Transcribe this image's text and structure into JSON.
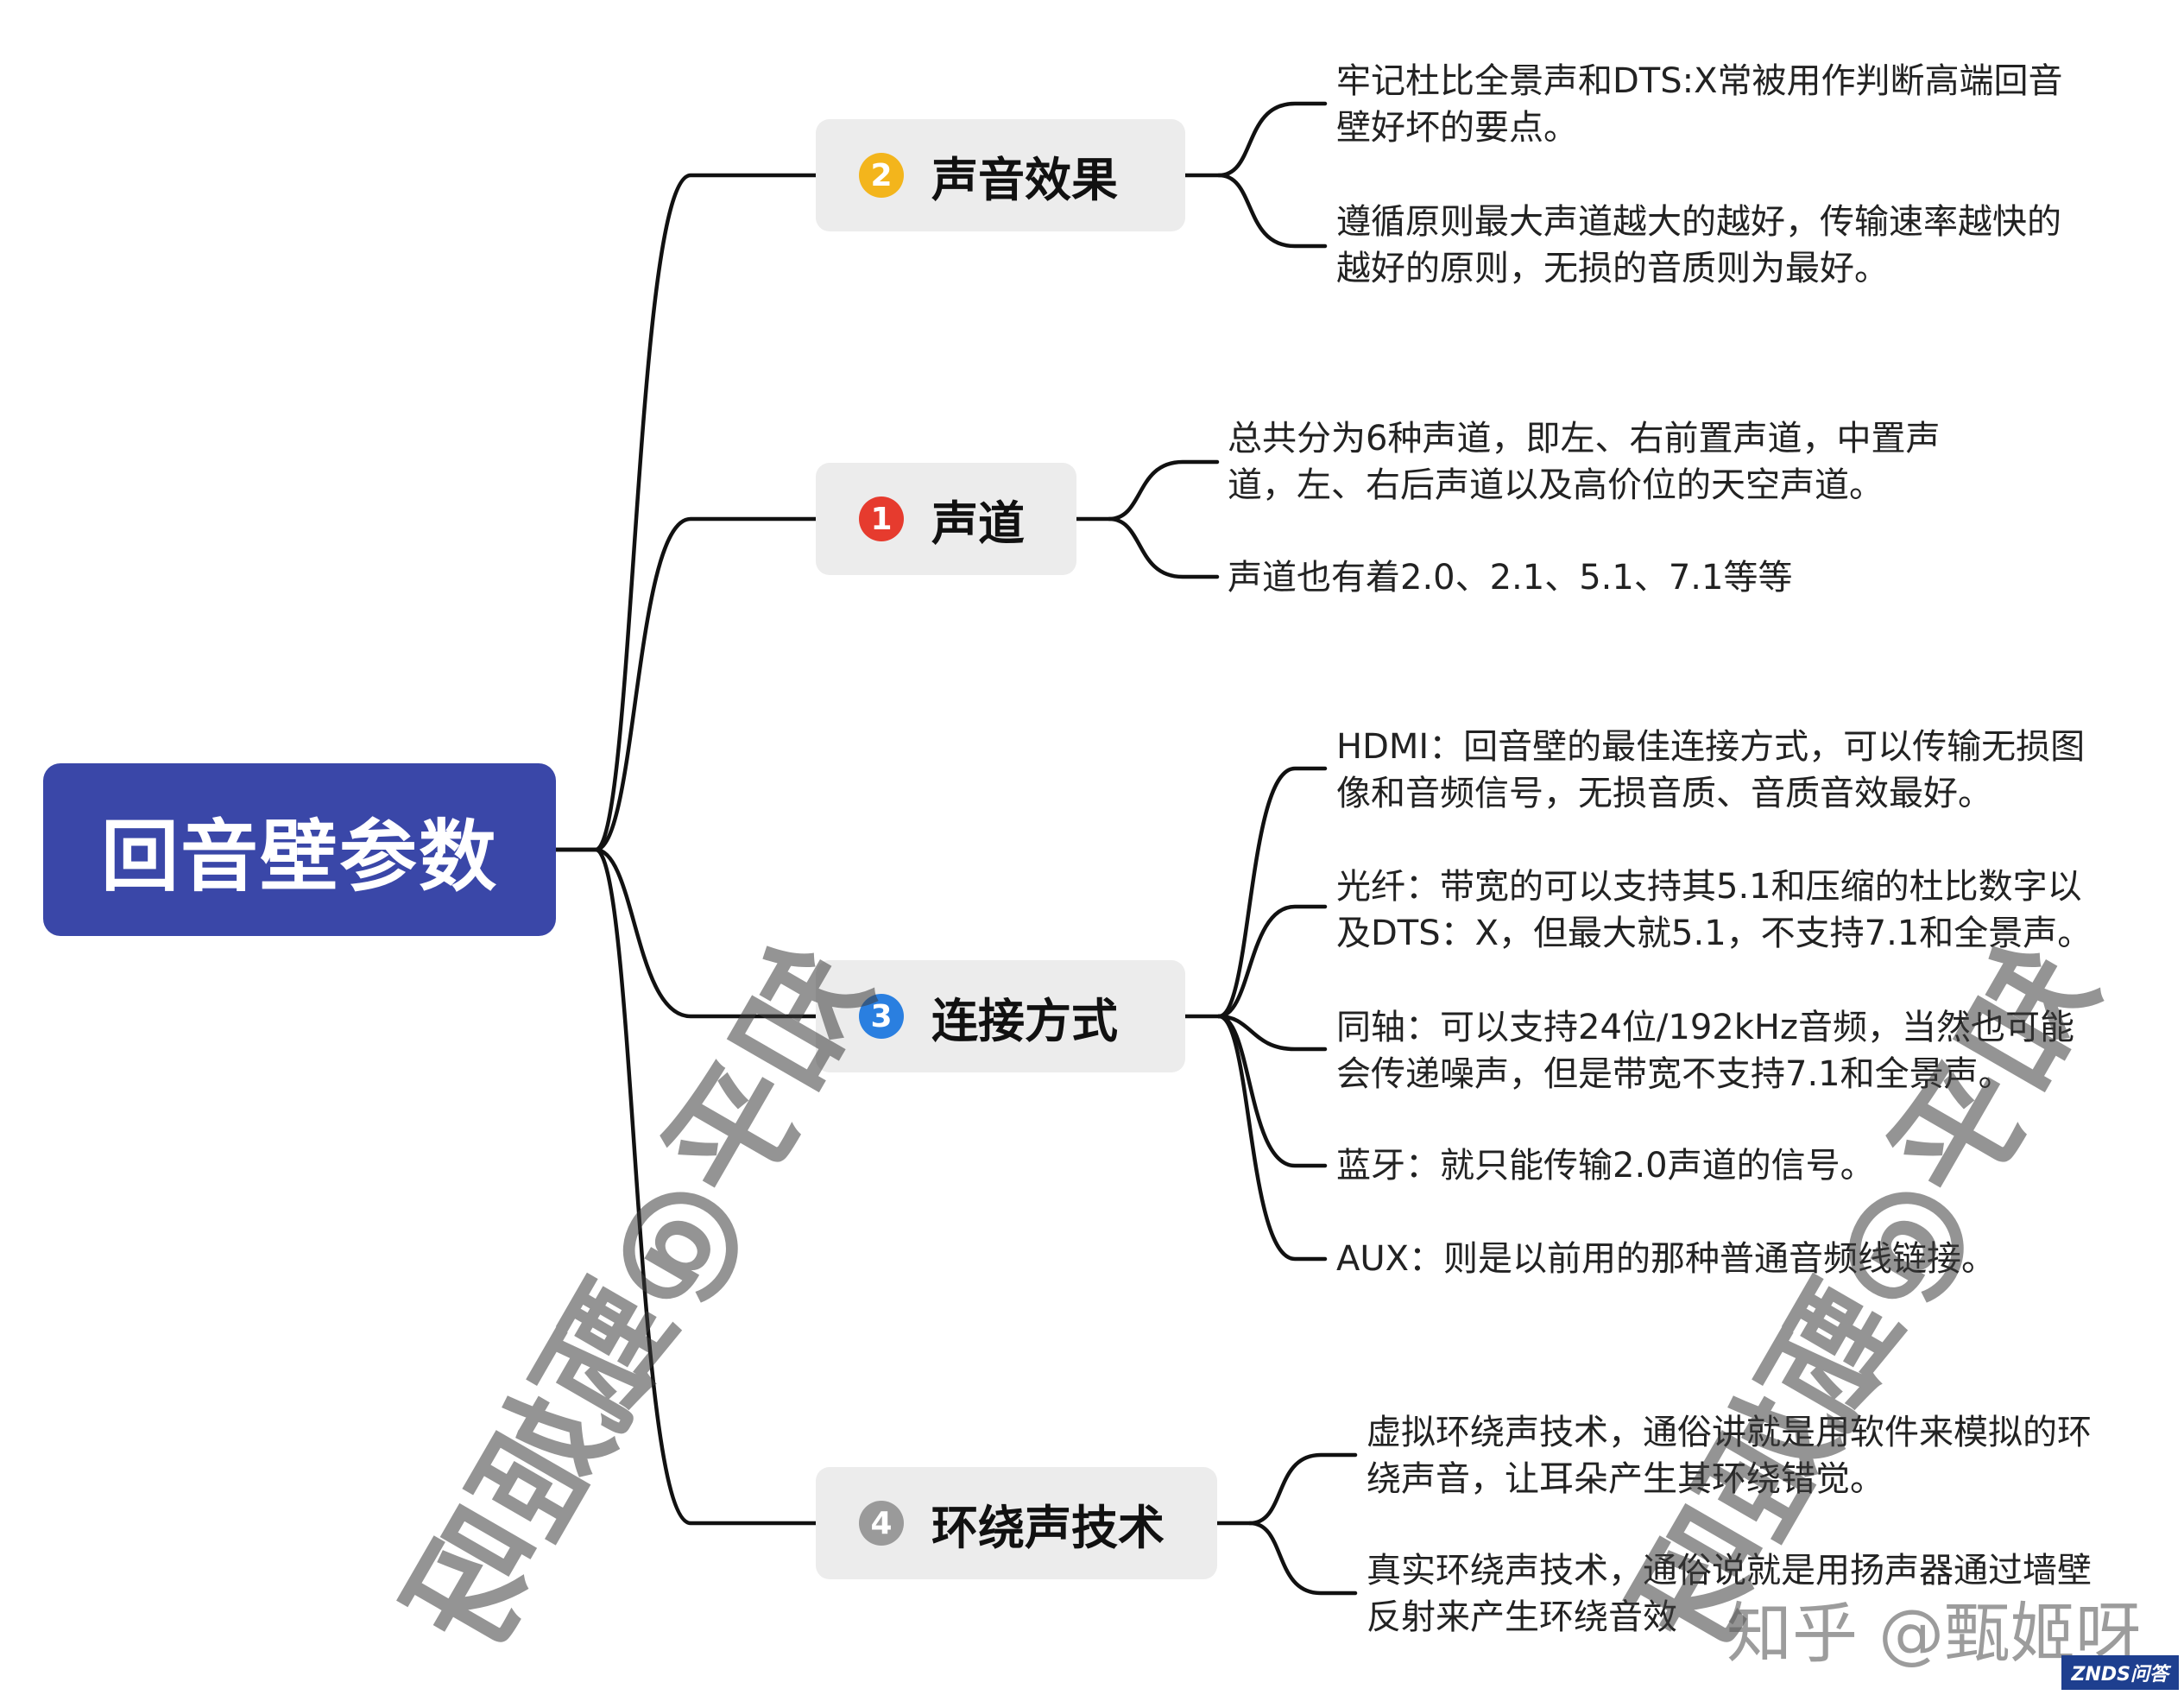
{
  "root": {
    "label": "回音壁参数"
  },
  "branches": [
    {
      "id": "sound-effect",
      "badge": "2",
      "badge_color": "#f3b51c",
      "label": "声音效果",
      "leaves": [
        [
          "牢记杜比全景声和DTS:X常被用作判断高端回音",
          "壁好坏的要点。"
        ],
        [
          "遵循原则最大声道越大的越好，传输速率越快的",
          "越好的原则，无损的音质则为最好。"
        ]
      ]
    },
    {
      "id": "channels",
      "badge": "1",
      "badge_color": "#e63b2e",
      "label": "声道",
      "leaves": [
        [
          "总共分为6种声道，即左、右前置声道，中置声",
          "道，左、右后声道以及高价位的天空声道。"
        ],
        [
          "声道也有着2.0、2.1、5.1、7.1等等"
        ]
      ]
    },
    {
      "id": "connection",
      "badge": "3",
      "badge_color": "#2a7fe0",
      "label": "连接方式",
      "leaves": [
        [
          "HDMI：回音壁的最佳连接方式，可以传输无损图",
          "像和音频信号，无损音质、音质音效最好。"
        ],
        [
          "光纤：带宽的可以支持其5.1和压缩的杜比数字以",
          "及DTS：X，但最大就5.1，不支持7.1和全景声。"
        ],
        [
          "同轴：可以支持24位/192kHz音频，当然也可能",
          "会传递噪声，但是带宽不支持7.1和全景声。"
        ],
        [
          "蓝牙：就只能传输2.0声道的信号。"
        ],
        [
          "AUX：则是以前用的那种普通音频线链接。"
        ]
      ]
    },
    {
      "id": "surround",
      "badge": "4",
      "badge_color": "#9a9a9a",
      "label": "环绕声技术",
      "leaves": [
        [
          "虚拟环绕声技术，通俗讲就是用软件来模拟的环",
          "绕声音，让耳朵产生其环绕错觉。"
        ],
        [
          "真实环绕声技术，通俗说就是用扬声器通过墙壁",
          "反射来产生环绕音效"
        ]
      ]
    }
  ],
  "watermarks": {
    "rotated": "知乎@甄姬呀",
    "bottom": "知乎 @甄姬呀",
    "logo": "ZNDS问答"
  }
}
